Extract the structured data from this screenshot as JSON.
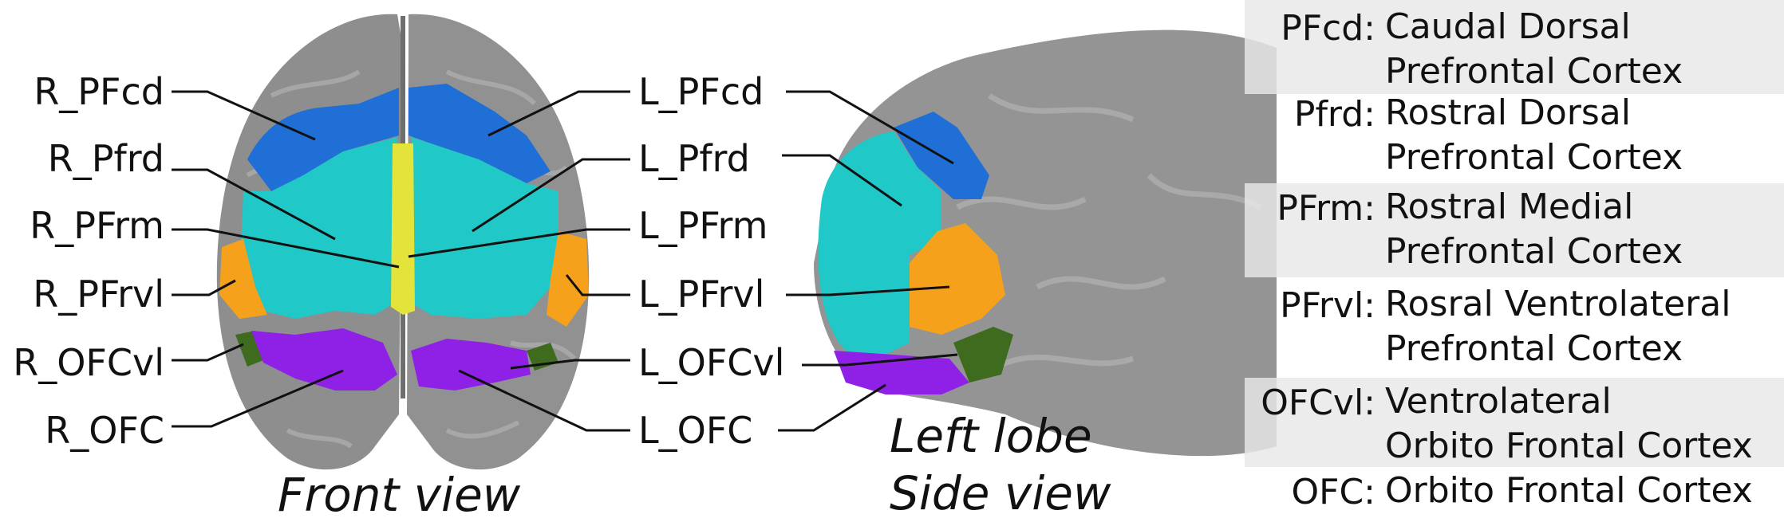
{
  "colors": {
    "cortex": "#8e8e8e",
    "cortex_light": "#a9a9a9",
    "PFcd": "#1f6fd6",
    "Pfrd": "#20c8c8",
    "PFrm": "#e3e33c",
    "PFrvl": "#f5a11c",
    "OFCvl": "#3f6b1e",
    "OFC": "#8f21e6",
    "legend_shade": "#e8e8e8",
    "text": "#111111"
  },
  "front_view": {
    "caption": "Front view",
    "right_labels": [
      "R_PFcd",
      "R_Pfrd",
      "R_PFrm",
      "R_PFrvl",
      "R_OFCvl",
      "R_OFC"
    ],
    "left_labels": [
      "L_PFcd",
      "L_Pfrd",
      "L_PFrm",
      "L_PFrvl",
      "L_OFCvl",
      "L_OFC"
    ]
  },
  "side_view": {
    "caption_line1": "Left lobe",
    "caption_line2": "Side view"
  },
  "legend": [
    {
      "abbr": "PFcd:",
      "line1": "Caudal Dorsal",
      "line2": "Prefrontal Cortex"
    },
    {
      "abbr": "Pfrd:",
      "line1": "Rostral Dorsal",
      "line2": "Prefrontal Cortex"
    },
    {
      "abbr": "PFrm:",
      "line1": "Rostral Medial",
      "line2": "Prefrontal Cortex"
    },
    {
      "abbr": "PFrvl:",
      "line1": "Rosral Ventrolateral",
      "line2": "Prefrontal Cortex"
    },
    {
      "abbr": "OFCvl:",
      "line1": "Ventrolateral",
      "line2": "Orbito Frontal Cortex"
    },
    {
      "abbr": "OFC:",
      "line1": "Orbito Frontal Cortex",
      "line2": ""
    }
  ]
}
